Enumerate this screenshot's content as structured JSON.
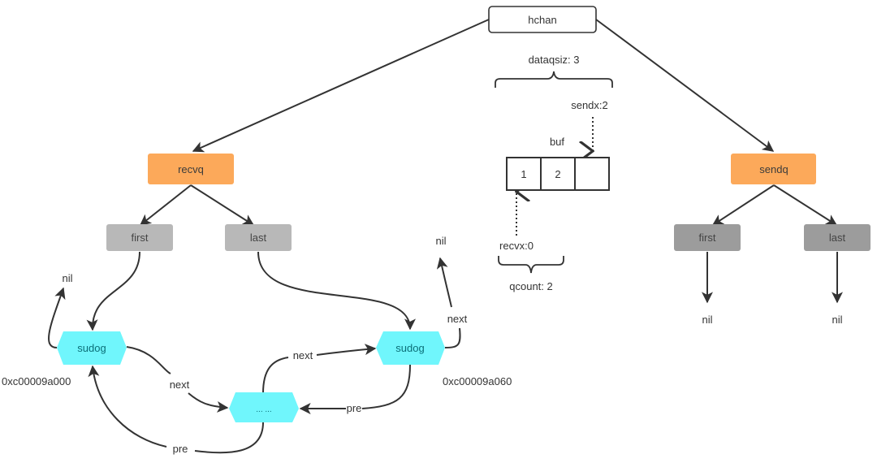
{
  "colors": {
    "root_fill": "#ffffff",
    "root_stroke": "#333333",
    "queue_fill": "#fca95a",
    "pointer_fill_recv": "#b8b8b8",
    "pointer_fill_send": "#9c9c9c",
    "sudog_fill": "#70f6fc",
    "sudog_text": "#0b6f78",
    "edge": "#333333",
    "text": "#333333"
  },
  "nodes": {
    "hchan": "hchan",
    "recvq": "recvq",
    "sendq": "sendq",
    "recvq_first": "first",
    "recvq_last": "last",
    "sendq_first": "first",
    "sendq_last": "last",
    "sudog_a": "sudog",
    "sudog_b": "sudog",
    "sudog_mid": "... ..."
  },
  "buffer": {
    "label": "buf",
    "cells": [
      "1",
      "2",
      ""
    ],
    "dataqsiz_label": "dataqsiz: 3",
    "sendx_label": "sendx:2",
    "recvx_label": "recvx:0",
    "qcount_label": "qcount: 2"
  },
  "labels": {
    "nil_left": "nil",
    "nil_right_sudog": "nil",
    "nil_sendq_first": "nil",
    "nil_sendq_last": "nil",
    "addr_a": "0xc00009a000",
    "addr_b": "0xc00009a060",
    "next_a_to_mid": "next",
    "next_mid_to_b": "next",
    "next_b_to_nil": "next",
    "pre_b_to_mid": "pre",
    "pre_mid_to_a": "pre"
  }
}
